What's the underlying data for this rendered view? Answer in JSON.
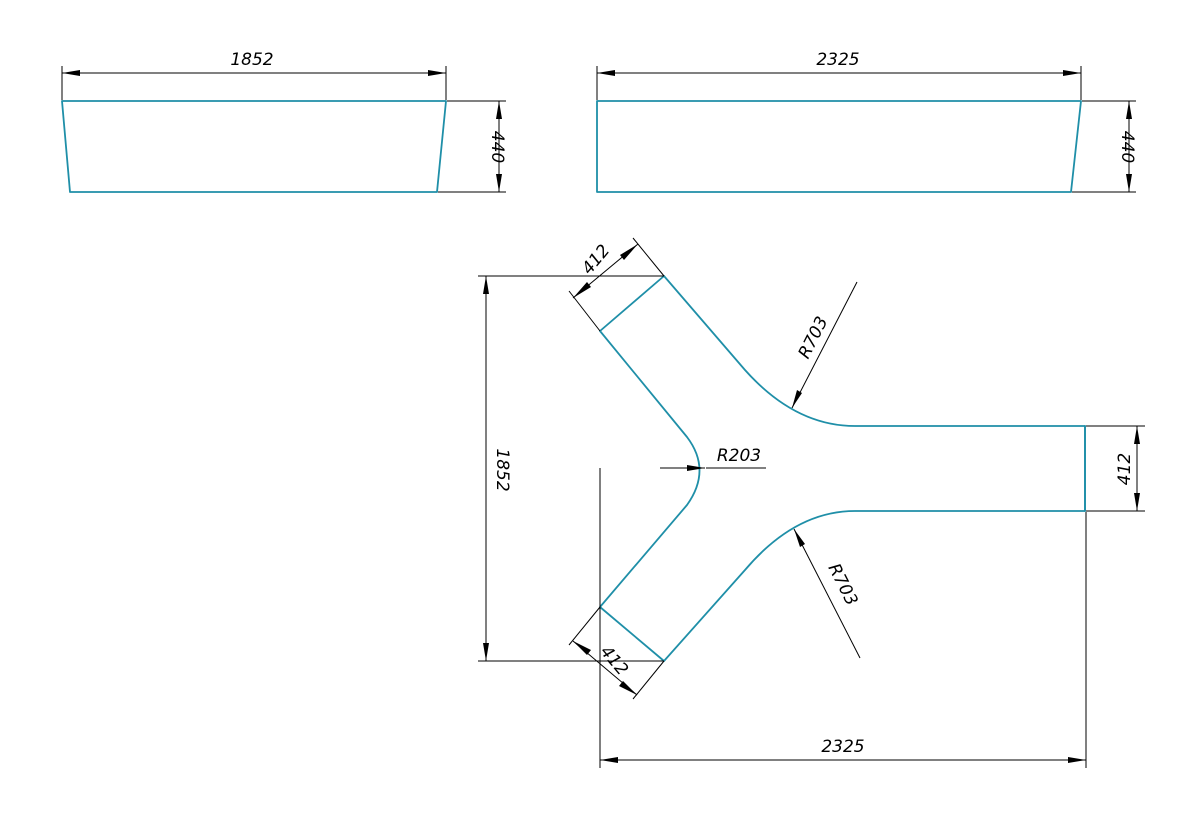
{
  "colors": {
    "outline": "#1f8fa8",
    "dimension": "#000000",
    "background": "#ffffff"
  },
  "dimensions": {
    "side_view_1_width": "1852",
    "side_view_1_height": "440",
    "side_view_2_width": "2325",
    "side_view_2_height": "440",
    "top_view_arm_upper_width": "412",
    "top_view_arm_right_width": "412",
    "top_view_arm_lower_width": "412",
    "top_view_overall_height": "1852",
    "top_view_overall_width": "2325",
    "radius_outer_upper": "R703",
    "radius_outer_lower": "R703",
    "radius_inner": "R203"
  }
}
